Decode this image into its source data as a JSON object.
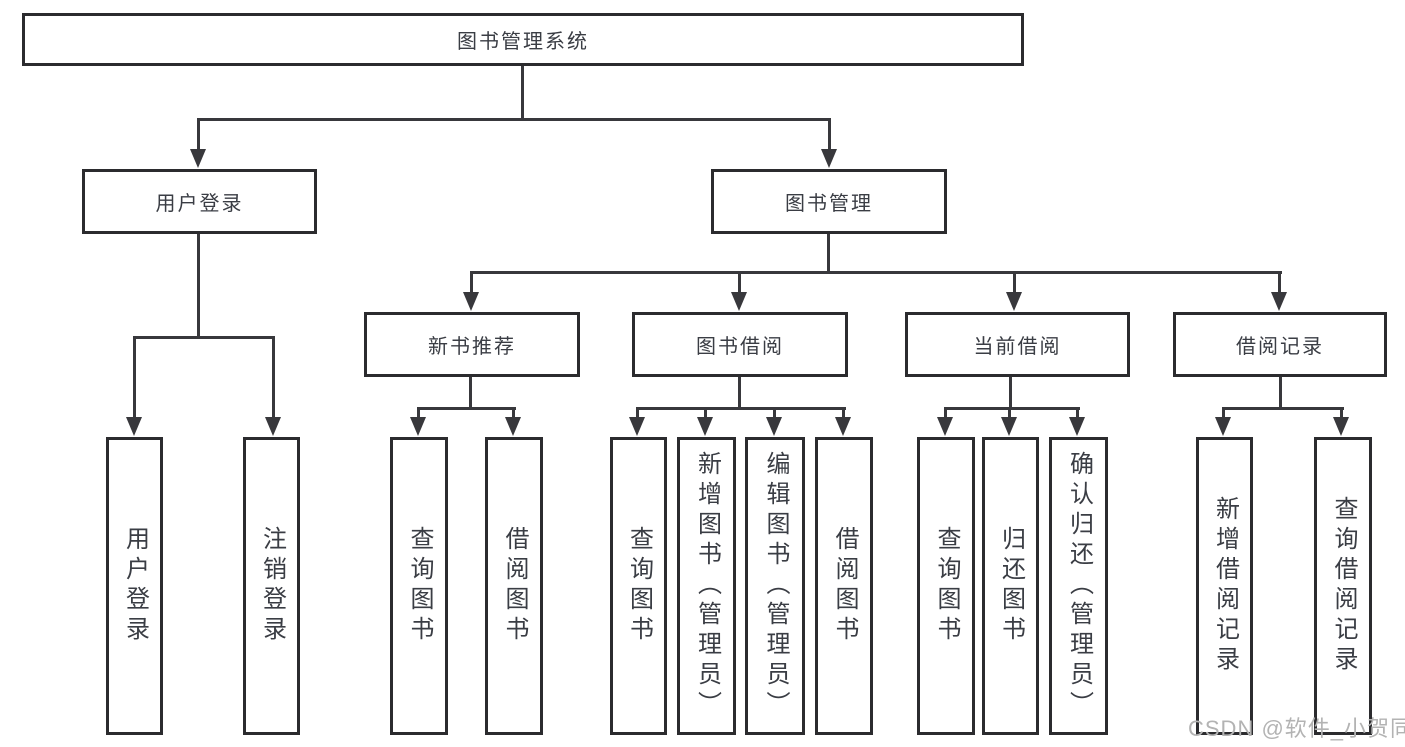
{
  "colors": {
    "line": "#38383c",
    "box_border": "#2b2b2e",
    "text": "#3a3d44",
    "watermark": "#b3b3b3",
    "background": "#ffffff"
  },
  "root": {
    "label": "图书管理系统"
  },
  "level2": [
    {
      "label": "用户登录"
    },
    {
      "label": "图书管理"
    }
  ],
  "level3": [
    {
      "label": "新书推荐"
    },
    {
      "label": "图书借阅"
    },
    {
      "label": "当前借阅"
    },
    {
      "label": "借阅记录"
    }
  ],
  "leaves": {
    "user": [
      {
        "label": "用户登录"
      },
      {
        "label": "注销登录"
      }
    ],
    "newbook": [
      {
        "label": "查询图书"
      },
      {
        "label": "借阅图书"
      }
    ],
    "borrow": [
      {
        "label": "查询图书"
      },
      {
        "label": "新增图书（管理员）"
      },
      {
        "label": "编辑图书（管理员）"
      },
      {
        "label": "借阅图书"
      }
    ],
    "current": [
      {
        "label": "查询图书"
      },
      {
        "label": "归还图书"
      },
      {
        "label": "确认归还（管理员）"
      }
    ],
    "records": [
      {
        "label": "新增借阅记录"
      },
      {
        "label": "查询借阅记录"
      }
    ]
  },
  "watermark": "CSDN @软件_小贺同学"
}
